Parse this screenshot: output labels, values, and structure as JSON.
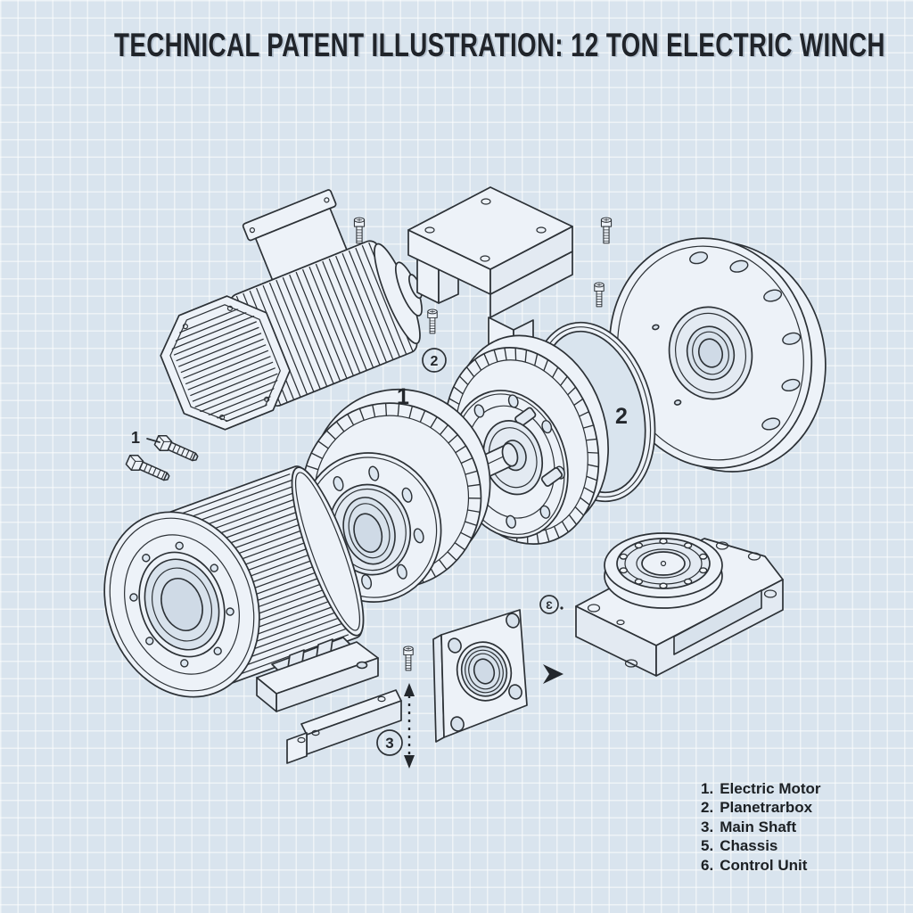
{
  "title": "TECHNICAL PATENT ILLUSTRATION: 12 TON ELECTRIC WINCH",
  "callouts": {
    "bolt_group": "1",
    "drive_gear": "1",
    "ring_flange": "2",
    "circled_gearbox": "2",
    "circled_main_shaft": "3",
    "circled_chassis": "Ɛ"
  },
  "legend": {
    "items": [
      {
        "number": "1.",
        "label": "Electric Motor"
      },
      {
        "number": "2.",
        "label": "Planetrarbox"
      },
      {
        "number": "3.",
        "label": "Main Shaft"
      },
      {
        "number": "5.",
        "label": "Chassis"
      },
      {
        "number": "6.",
        "label": "Control Unit"
      }
    ]
  },
  "colors": {
    "background": "#d9e4ee",
    "grid_line": "#eaf1f8",
    "line_art": "#2c3136",
    "part_fill": "#edf2f8",
    "title_text": "#20242a"
  }
}
